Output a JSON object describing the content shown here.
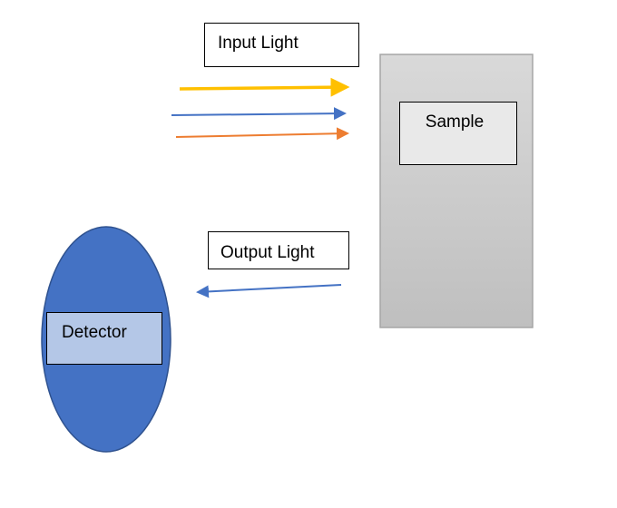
{
  "labels": {
    "input_light": "Input Light",
    "output_light": "Output Light",
    "sample": "Sample",
    "detector": "Detector"
  },
  "colors": {
    "yellow_beam": "#ffc000",
    "blue_beam": "#4472c4",
    "orange_beam": "#ed7d31",
    "detector_fill": "#4472c4",
    "detector_outline": "#2f528f",
    "detector_label_fill": "#b4c7e7",
    "sample_holder_top": "#d9d9d9",
    "sample_holder_bottom": "#bfbfbf",
    "sample_holder_border": "#a6a6a6",
    "sample_label_fill": "#e9e9e9"
  }
}
